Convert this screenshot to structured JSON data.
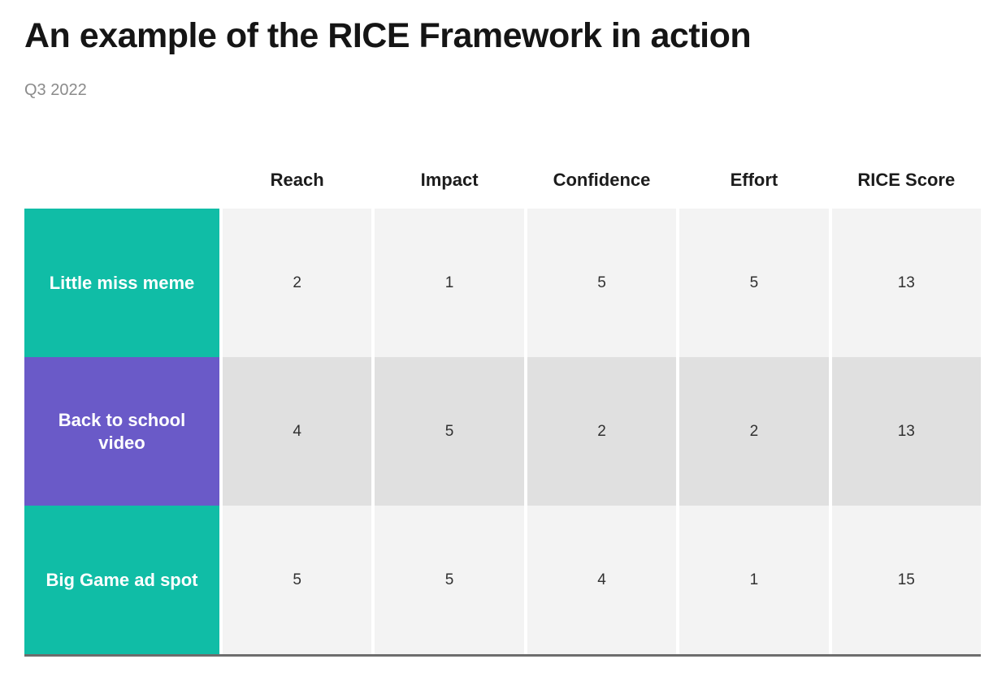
{
  "page": {
    "title": "An example of the RICE Framework in action",
    "subtitle": "Q3 2022"
  },
  "colors": {
    "teal_row_label": "#10bda6",
    "purple_row_label": "#6a5ac8",
    "light_row_bg": "#f3f3f3",
    "dark_row_bg": "#e0e0e0",
    "title_text": "#151515",
    "subtitle_text": "#8b8b8b",
    "bottom_border": "#6d6d6d"
  },
  "table": {
    "corner_label": "",
    "columns": [
      "Reach",
      "Impact",
      "Confidence",
      "Effort",
      "RICE Score"
    ],
    "rows": [
      {
        "label": "Little miss meme",
        "label_bg": "#10bda6",
        "cell_bg": "#f3f3f3",
        "values": [
          "2",
          "1",
          "5",
          "5",
          "13"
        ]
      },
      {
        "label": "Back to school video",
        "label_bg": "#6a5ac8",
        "cell_bg": "#e0e0e0",
        "values": [
          "4",
          "5",
          "2",
          "2",
          "13"
        ]
      },
      {
        "label": "Big Game ad spot",
        "label_bg": "#10bda6",
        "cell_bg": "#f3f3f3",
        "values": [
          "5",
          "5",
          "4",
          "1",
          "15"
        ]
      }
    ]
  },
  "chart_data": {
    "type": "table",
    "title": "An example of the RICE Framework in action",
    "subtitle": "Q3 2022",
    "columns": [
      "Reach",
      "Impact",
      "Confidence",
      "Effort",
      "RICE Score"
    ],
    "rows": [
      {
        "label": "Little miss meme",
        "values": [
          2,
          1,
          5,
          5,
          13
        ]
      },
      {
        "label": "Back to school video",
        "values": [
          4,
          5,
          2,
          2,
          13
        ]
      },
      {
        "label": "Big Game ad spot",
        "values": [
          5,
          5,
          4,
          1,
          15
        ]
      }
    ],
    "legend_position": "none",
    "grid": false
  }
}
